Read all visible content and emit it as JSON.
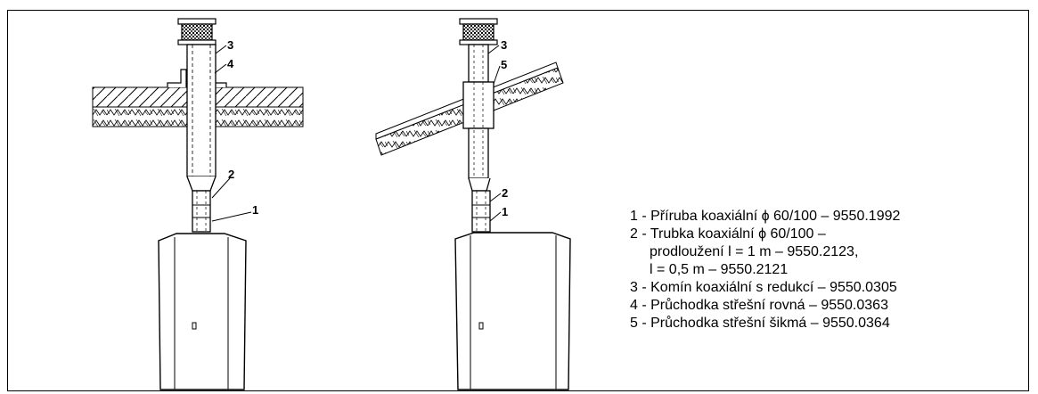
{
  "callouts": {
    "flat_roof": {
      "n1": "1",
      "n2": "2",
      "n3": "3",
      "n4": "4"
    },
    "sloped_roof": {
      "n1": "1",
      "n2": "2",
      "n3": "3",
      "n5": "5"
    }
  },
  "legend": {
    "items": [
      {
        "lines": [
          "1 - Příruba koaxiální ϕ 60/100 – 9550.1992"
        ]
      },
      {
        "lines": [
          "2 - Trubka koaxiální ϕ 60/100 –",
          "prodloužení l = 1 m – 9550.2123,",
          "l = 0,5 m – 9550.2121"
        ]
      },
      {
        "lines": [
          "3 - Komín koaxiální s redukcí – 9550.0305"
        ]
      },
      {
        "lines": [
          "4 - Průchodka střešní rovná – 9550.0363"
        ]
      },
      {
        "lines": [
          "5 - Průchodka střešní šikmá – 9550.0364"
        ]
      }
    ]
  },
  "icons": {
    "chimney_cap": "chimney-cap-icon",
    "boiler": "boiler-icon",
    "roof": "roof-section-icon"
  }
}
